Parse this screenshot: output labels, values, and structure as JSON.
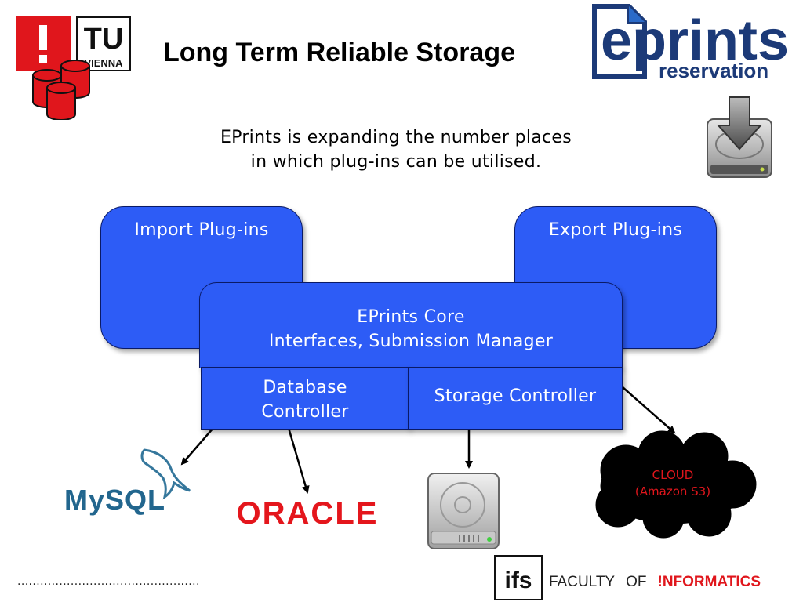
{
  "header": {
    "title": "Long Term Reliable Storage",
    "tu_logo_text": "TU",
    "tu_logo_subtext": "VIENNA",
    "eprints_logo_text": "eprints",
    "eprints_logo_subtext": "reservation"
  },
  "intro": {
    "line1": "EPrints is expanding the number places",
    "line2": "in which plug-ins can be utilised."
  },
  "diagram": {
    "import_label": "Import Plug-ins",
    "export_label": "Export Plug-ins",
    "core_line1": "EPrints Core",
    "core_line2": "Interfaces, Submission Manager",
    "db_line1": "Database",
    "db_line2": "Controller",
    "storage_label": "Storage Controller",
    "box_color": "#2d5cf6"
  },
  "targets": {
    "mysql_text": "MySQL",
    "oracle_text": "ORACLE",
    "cloud_line1": "CLOUD",
    "cloud_line2": "(Amazon S3)"
  },
  "footer": {
    "dots": "................................................",
    "ifs_text": "ifs",
    "brand_word1": "FACULTY",
    "brand_word2": "OF",
    "brand_word3": "!NFORMATICS",
    "accent_color": "#e0161c"
  }
}
